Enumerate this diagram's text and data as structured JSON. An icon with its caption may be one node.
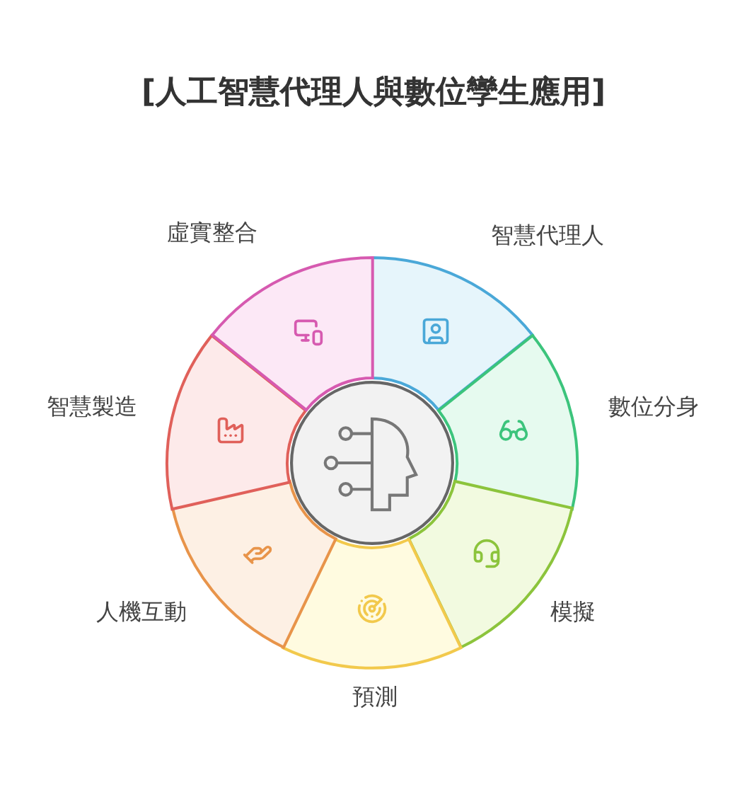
{
  "diagram": {
    "title": "[人工智慧代理人與數位孿生應用]",
    "nodes": [
      {
        "text": [
          "智慧代理人"
        ]
      },
      {
        "text": [
          "數位分身"
        ]
      },
      {
        "text": [
          "模擬"
        ]
      },
      {
        "text": [
          "預測"
        ]
      },
      {
        "text": [
          "人機互動"
        ]
      },
      {
        "text": [
          "智慧製造"
        ]
      },
      {
        "text": [
          "虛實整合"
        ]
      },
      {
        "text": [],
        "shape": "circle"
      }
    ]
  }
}
